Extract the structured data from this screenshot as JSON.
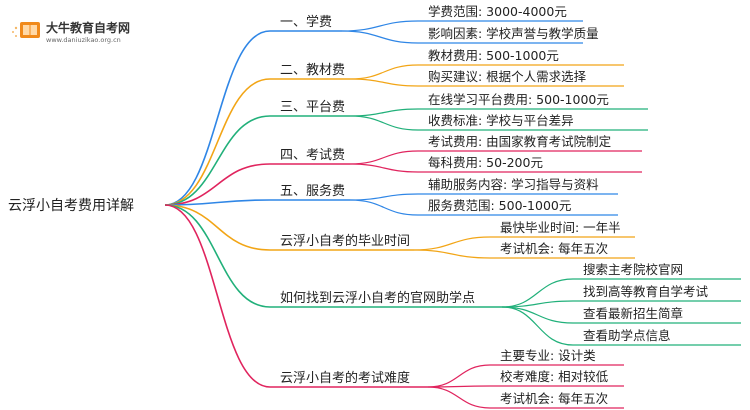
{
  "logo": {
    "title": "大牛教育自考网",
    "url": "www.daniuzikao.org.cn"
  },
  "root": "云浮小自考费用详解",
  "branches": [
    {
      "label": "一、学费",
      "color": "#2f86e6",
      "leaves": [
        "学费范围: 3000-4000元",
        "影响因素: 学校声誉与教学质量"
      ]
    },
    {
      "label": "二、教材费",
      "color": "#f2a516",
      "leaves": [
        "教材费用: 500-1000元",
        "购买建议: 根据个人需求选择"
      ]
    },
    {
      "label": "三、平台费",
      "color": "#21b07a",
      "leaves": [
        "在线学习平台费用: 500-1000元",
        "收费标准: 学校与平台差异"
      ]
    },
    {
      "label": "四、考试费",
      "color": "#e0245e",
      "leaves": [
        "考试费用: 由国家教育考试院制定",
        "每科费用: 50-200元"
      ]
    },
    {
      "label": "五、服务费",
      "color": "#2f86e6",
      "leaves": [
        "辅助服务内容: 学习指导与资料",
        "服务费范围: 500-1000元"
      ]
    },
    {
      "label": "云浮小自考的毕业时间",
      "color": "#f2a516",
      "leaves": [
        "最快毕业时间: 一年半",
        "考试机会: 每年五次"
      ]
    },
    {
      "label": "如何找到云浮小自考的官网助学点",
      "color": "#21b07a",
      "leaves": [
        "搜索主考院校官网",
        "找到高等教育自学考试",
        "查看最新招生简章",
        "查看助学点信息"
      ]
    },
    {
      "label": "云浮小自考的考试难度",
      "color": "#e0245e",
      "leaves": [
        "主要专业: 设计类",
        "校考难度: 相对较低",
        "考试机会: 每年五次"
      ]
    }
  ]
}
